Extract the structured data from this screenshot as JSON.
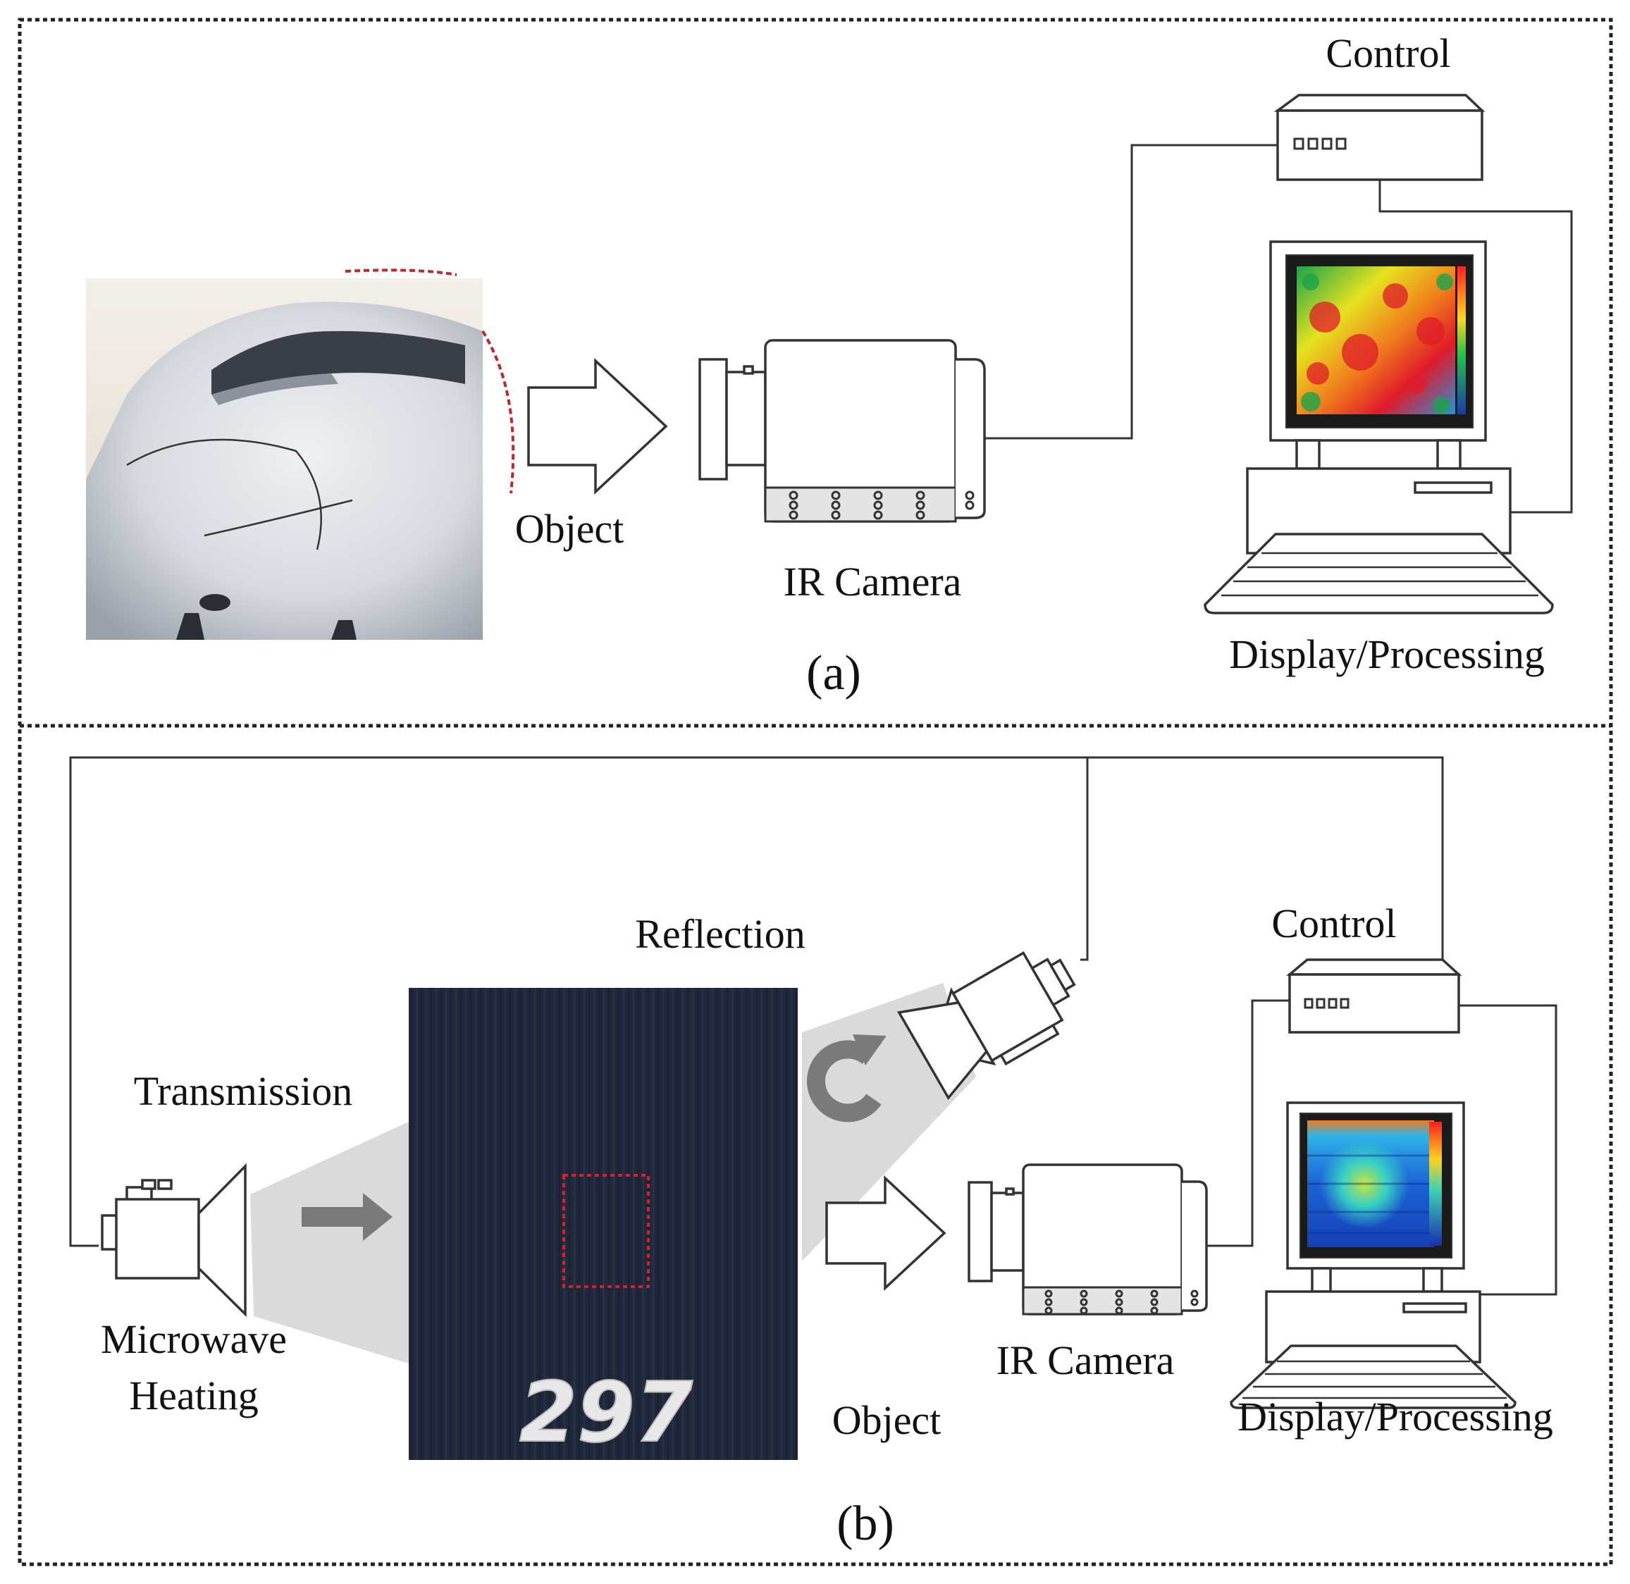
{
  "panel_a": {
    "caption": "(a)",
    "object_label": "Object",
    "camera_label": "IR Camera",
    "control_label": "Control",
    "display_label": "Display/Processing"
  },
  "panel_b": {
    "caption": "(b)",
    "reflection_label": "Reflection",
    "transmission_label": "Transmission",
    "microwave_label_line1": "Microwave",
    "microwave_label_line2": "Heating",
    "object_label": "Object",
    "camera_label": "IR Camera",
    "control_label": "Control",
    "display_label": "Display/Processing",
    "sample_marking": "297"
  },
  "icons": {
    "airplane_photo": "airplane-nose-photo",
    "ir_camera": "ir-camera-icon",
    "control_unit": "control-box-icon",
    "computer": "computer-monitor-icon",
    "thermogram": "thermal-image-icon",
    "microwave_horn": "microwave-horn-icon",
    "arrow": "block-arrow-icon",
    "rotate": "rotate-arrow-icon"
  },
  "colors": {
    "frame": "#222222",
    "line": "#333333",
    "beam": "#d9d9d9",
    "sample": "#1f2a3c",
    "dashed_box": "#d9202a",
    "arrow_gray": "#7a7a7a"
  }
}
